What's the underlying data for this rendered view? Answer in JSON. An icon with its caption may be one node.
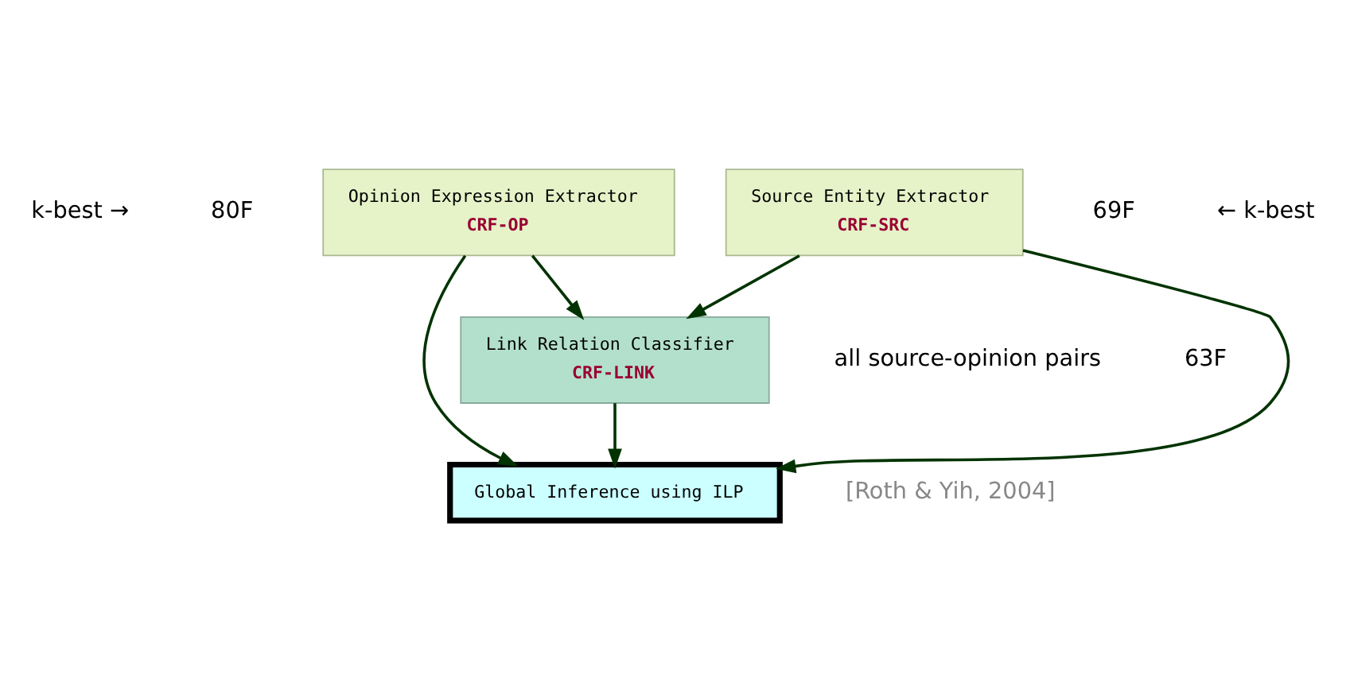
{
  "diagram": {
    "nodes": [
      {
        "text": [
          "Opinion Expression Extractor",
          "CRF-OP"
        ]
      },
      {
        "text": [
          "Source Entity Extractor",
          "CRF-SRC"
        ]
      },
      {
        "text": [
          "Link Relation Classifier",
          "CRF-LINK"
        ]
      },
      {
        "text": [
          "Global Inference using ILP"
        ]
      }
    ],
    "edges": [
      {
        "from": 0,
        "to": 2,
        "arrow": "to"
      },
      {
        "from": 1,
        "to": 2,
        "arrow": "to"
      },
      {
        "from": 0,
        "to": 3,
        "arrow": "to"
      },
      {
        "from": 1,
        "to": 3,
        "arrow": "to"
      },
      {
        "from": 2,
        "to": 3,
        "arrow": "to"
      }
    ],
    "labels": [
      "k-best →",
      "80F",
      "69F",
      "← k-best",
      "all source-opinion pairs",
      "63F",
      "[Roth & Yih, 2004]"
    ]
  }
}
